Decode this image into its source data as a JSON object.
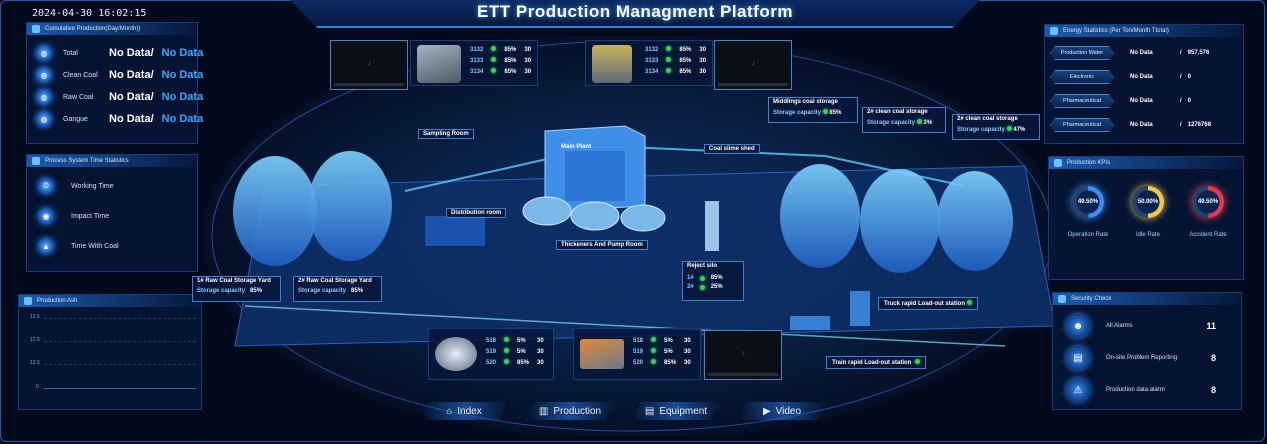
{
  "clock": "2024-04-30 16:02:15",
  "title": "ETT Production Managment Platform",
  "cumulative": {
    "heading": "Cumulative Production(Day/Month))",
    "rows": [
      {
        "label": "Total",
        "day": "No Data",
        "sep": "/",
        "month": "No Data"
      },
      {
        "label": "Clean Coal",
        "day": "No Data",
        "sep": "/",
        "month": "No Data"
      },
      {
        "label": "Raw Coal",
        "day": "No Data",
        "sep": "/",
        "month": "No Data"
      },
      {
        "label": "Gangue",
        "day": "No Data",
        "sep": "/",
        "month": "No Data"
      }
    ]
  },
  "process": {
    "heading": "Process System Time Statistics",
    "rows": [
      {
        "label": "Working Time"
      },
      {
        "label": "Impact Time"
      },
      {
        "label": "Time With Coal"
      }
    ]
  },
  "ash": {
    "heading": "Production Ash",
    "ticks": [
      "12.5",
      "12.5",
      "12.5",
      "0"
    ]
  },
  "scene": {
    "sampling": "Sampling Room",
    "main_plant": "Main Plant",
    "coal_slime": "Coal slime shed",
    "distribution": "Distribution room",
    "thickener": "Thickeners And Pump Room",
    "reject_silo": {
      "title": "Reject silo",
      "rows": [
        {
          "k": "1#",
          "v": "85%"
        },
        {
          "k": "2#",
          "v": "25%"
        }
      ]
    },
    "yard1": {
      "title": "1# Raw Coal Storage Yard",
      "cap_label": "Storage capacity",
      "cap": "85%"
    },
    "yard2": {
      "title": "2# Raw Coal Storage Yard",
      "cap_label": "Storage capacity",
      "cap": "85%"
    },
    "middlings": {
      "title": "Middlings coal storage",
      "cap_label": "Storage capacity",
      "cap": "85%"
    },
    "clean2": {
      "title": "2# clean coal storage",
      "cap_label": "Storage capacity",
      "cap": "3%"
    },
    "clean3": {
      "title": "2# clean coal storage",
      "cap_label": "Storage capacity",
      "cap": "47%"
    },
    "truck": "Truck rapid Load-out station",
    "train": "Train rapid Load-out station"
  },
  "equip_top_left": [
    {
      "id": "3132",
      "pct": "85%",
      "val": "30"
    },
    {
      "id": "3133",
      "pct": "85%",
      "val": "30"
    },
    {
      "id": "3134",
      "pct": "85%",
      "val": "30"
    }
  ],
  "equip_top_mid": [
    {
      "id": "3132",
      "pct": "85%",
      "val": "30"
    },
    {
      "id": "3133",
      "pct": "85%",
      "val": "30"
    },
    {
      "id": "3134",
      "pct": "85%",
      "val": "30"
    }
  ],
  "equip_bot_left": [
    {
      "id": "518",
      "pct": "5%",
      "val": "30"
    },
    {
      "id": "519",
      "pct": "5%",
      "val": "30"
    },
    {
      "id": "520",
      "pct": "85%",
      "val": "30"
    }
  ],
  "equip_bot_mid": [
    {
      "id": "518",
      "pct": "5%",
      "val": "30"
    },
    {
      "id": "519",
      "pct": "5%",
      "val": "30"
    },
    {
      "id": "520",
      "pct": "85%",
      "val": "30"
    }
  ],
  "nav": [
    {
      "label": "Index",
      "icon": "home-icon"
    },
    {
      "label": "Production",
      "icon": "factory-icon"
    },
    {
      "label": "Equipment",
      "icon": "equipment-icon"
    },
    {
      "label": "Video",
      "icon": "video-icon"
    }
  ],
  "energy": {
    "heading": "Energy Statistics (Per Ton/Month Ttotal)",
    "rows": [
      {
        "label": "Production Water",
        "v1": "No Data",
        "sep": "/",
        "v2": "957.576"
      },
      {
        "label": "Electronic",
        "v1": "No Data",
        "sep": "/",
        "v2": "0"
      },
      {
        "label": "Pharmaceutical",
        "v1": "No Data",
        "sep": "/",
        "v2": "0"
      },
      {
        "label": "Pharmaceutical",
        "v1": "No Data",
        "sep": "/",
        "v2": "1276768"
      }
    ]
  },
  "kpis": {
    "heading": "Production KPIs",
    "items": [
      {
        "label": "Operation Rate",
        "value": "49.50%",
        "fraction": 0.495,
        "color": "#3a8ff5"
      },
      {
        "label": "Idle Rate",
        "value": "50.00%",
        "fraction": 0.5,
        "color": "#f2c94c"
      },
      {
        "label": "Accident Rate",
        "value": "49.50%",
        "fraction": 0.495,
        "color": "#e6394d"
      }
    ]
  },
  "security": {
    "heading": "Security Check",
    "rows": [
      {
        "label": "All Alarms",
        "value": "11"
      },
      {
        "label": "On-site Problem Reporting",
        "value": "8"
      },
      {
        "label": "Production data alarm",
        "value": "8"
      }
    ]
  }
}
